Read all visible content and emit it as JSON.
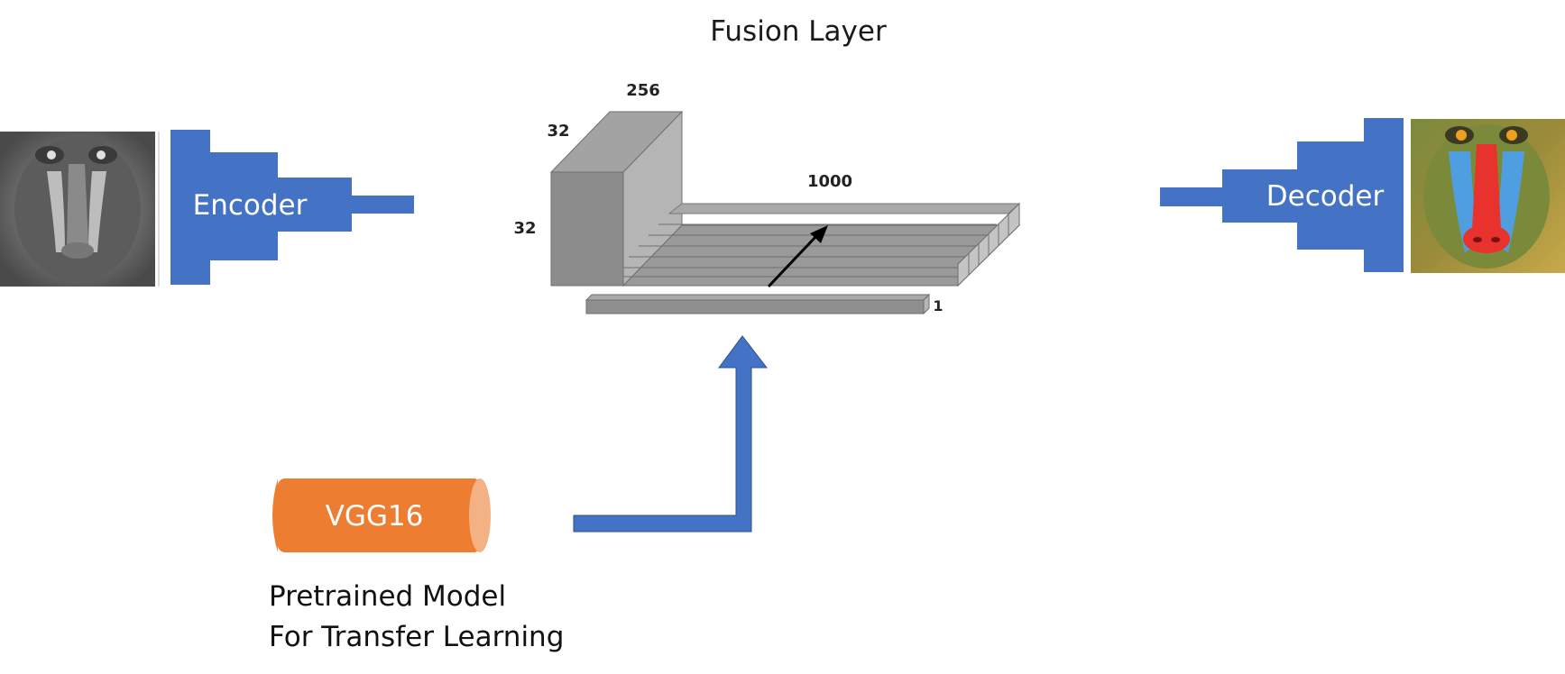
{
  "title": "Fusion Layer",
  "encoder": {
    "label": "Encoder"
  },
  "decoder": {
    "label": "Decoder"
  },
  "fusion": {
    "dim_width": "256",
    "dim_height_top": "32",
    "dim_height_side": "32",
    "dim_long": "1000",
    "dim_one": "1"
  },
  "vgg": {
    "label": "VGG16"
  },
  "caption": {
    "line1": "Pretrained Model",
    "line2": "For Transfer Learning"
  },
  "colors": {
    "blue": "#4472C4",
    "orange": "#ED7D31",
    "orange_light": "#F4B183",
    "gray_dark": "#8c8c8c",
    "gray_mid": "#9a9a9a",
    "gray_light": "#b3b3b3"
  },
  "icons": {
    "input_image": "grayscale-baboon-image",
    "output_image": "colorized-baboon-image"
  }
}
